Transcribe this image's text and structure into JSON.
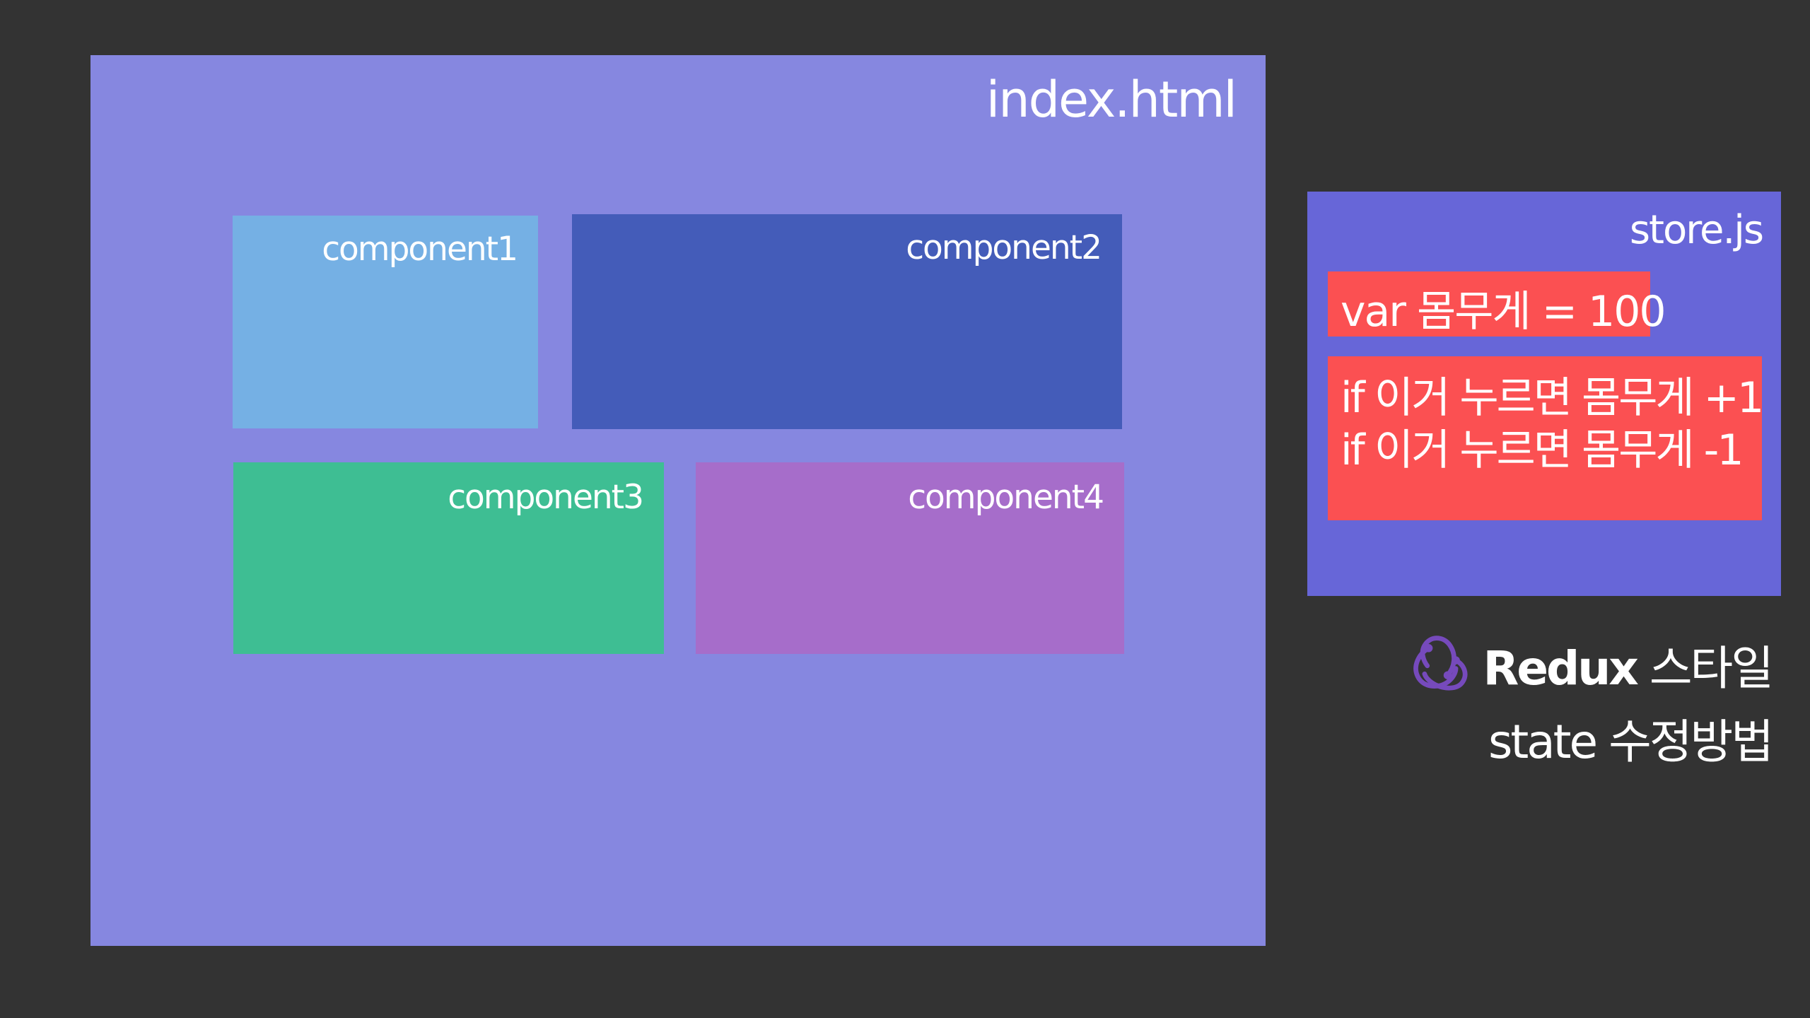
{
  "colors": {
    "background": "#333333",
    "index_panel": "#8687e0",
    "component1": "#75b0e4",
    "component2": "#445cb9",
    "component3": "#3ebe93",
    "component4": "#a66dca",
    "store_panel": "#6766d8",
    "store_highlight": "#fb5052",
    "redux_logo": "#764abc"
  },
  "index": {
    "title": "index.html"
  },
  "components": [
    {
      "label": "component1"
    },
    {
      "label": "component2"
    },
    {
      "label": "component3"
    },
    {
      "label": "component4"
    }
  ],
  "store": {
    "title": "store.js",
    "var_line": "var 몸무게 = 100",
    "rules": [
      "if 이거 누르면 몸무게 +1",
      "if 이거 누르면 몸무게 -1"
    ]
  },
  "caption": {
    "logo_icon": "redux-logo-icon",
    "brand": "Redux",
    "line1_rest": " 스타일",
    "line2": "state 수정방법"
  }
}
